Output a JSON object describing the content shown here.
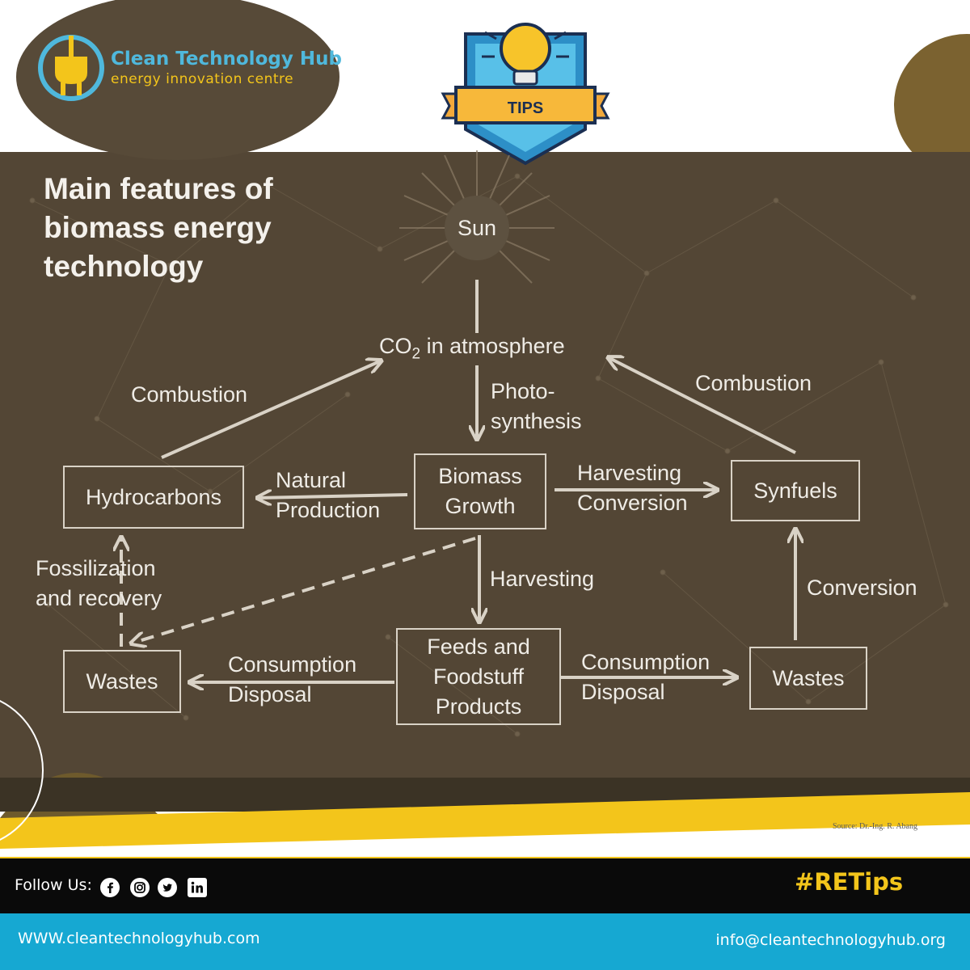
{
  "brand": {
    "name": "Clean Technology Hub",
    "tagline": "energy innovation centre",
    "badge_label": "TIPS",
    "hashtag": "#RETips",
    "colors": {
      "brown": "#534635",
      "blue": "#16a8d2",
      "yellow": "#f3c51b",
      "black": "#0a0a0a"
    }
  },
  "diagram": {
    "title": "Main features of biomass energy technology",
    "nodes": {
      "sun": "Sun",
      "co2": "CO",
      "co2_sub": "2",
      "co2_tail": " in atmosphere",
      "biomass_growth": [
        "Biomass",
        "Growth"
      ],
      "hydrocarbons": "Hydrocarbons",
      "synfuels": "Synfuels",
      "feeds": [
        "Feeds and",
        "Foodstuff",
        "Products"
      ],
      "wastes_left": "Wastes",
      "wastes_right": "Wastes"
    },
    "edges": {
      "combustion_left": "Combustion",
      "combustion_right": "Combustion",
      "photosynthesis": [
        "Photo-",
        "synthesis"
      ],
      "natural_production": [
        "Natural",
        "Production"
      ],
      "harvesting_conversion": [
        "Harvesting",
        "Conversion"
      ],
      "harvesting": "Harvesting",
      "conversion": "Conversion",
      "fossilization": [
        "Fossilization",
        "and recovery"
      ],
      "consumption_left": [
        "Consumption",
        "Disposal"
      ],
      "consumption_right": [
        "Consumption",
        "Disposal"
      ]
    },
    "source": "Source: Dr.-Ing. R. Abang"
  },
  "footer": {
    "follow_label": "Follow Us:",
    "social_icons": [
      "facebook-icon",
      "instagram-icon",
      "twitter-icon",
      "linkedin-icon"
    ],
    "website": "WWW.cleantechnologyhub.com",
    "email": "info@cleantechnologyhub.org"
  }
}
